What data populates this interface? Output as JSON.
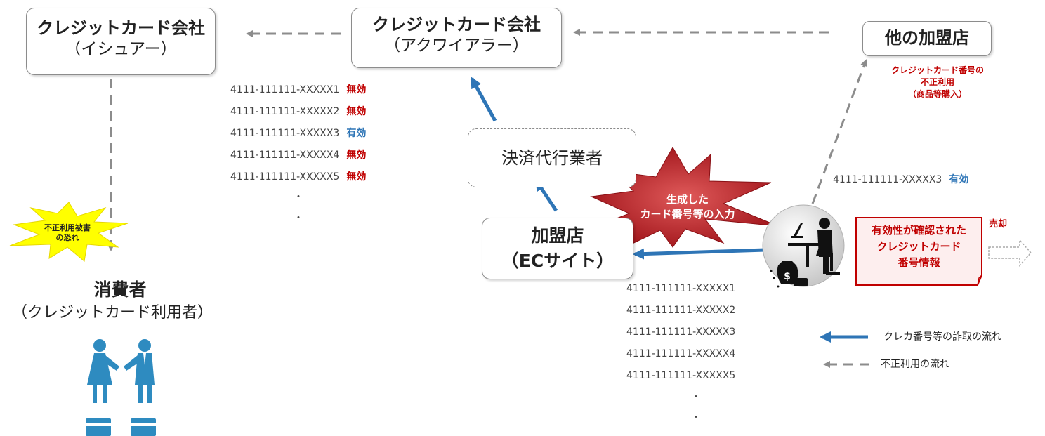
{
  "issuer": {
    "title": "クレジットカード会社",
    "subtitle": "（イシュアー）"
  },
  "acquirer": {
    "title": "クレジットカード会社",
    "subtitle": "（アクワイアラー）"
  },
  "other_merchant": {
    "title": "他の加盟店"
  },
  "payment_agent": {
    "label": "決済代行業者"
  },
  "merchant": {
    "title_line1": "加盟店",
    "title_line2": "（ECサイト）"
  },
  "consumer": {
    "title": "消費者",
    "subtitle": "（クレジットカード利用者）"
  },
  "damage_burst": {
    "line1": "不正利用被害",
    "line2": "の恐れ"
  },
  "input_burst": {
    "line1": "生成した",
    "line2": "カード番号等の入力"
  },
  "fraud_note": {
    "line1": "クレジットカード番号の",
    "line2": "不正利用",
    "line3": "（商品等購入）"
  },
  "valid_card_top": {
    "number": "4111-111111-XXXXX3",
    "status": "有効"
  },
  "test_results": [
    {
      "number": "4111-111111-XXXXX1",
      "status": "無効"
    },
    {
      "number": "4111-111111-XXXXX2",
      "status": "無効"
    },
    {
      "number": "4111-111111-XXXXX3",
      "status": "有効"
    },
    {
      "number": "4111-111111-XXXXX4",
      "status": "無効"
    },
    {
      "number": "4111-111111-XXXXX5",
      "status": "無効"
    }
  ],
  "generated_numbers": [
    "4111-111111-XXXXX1",
    "4111-111111-XXXXX2",
    "4111-111111-XXXXX3",
    "4111-111111-XXXXX4",
    "4111-111111-XXXXX5"
  ],
  "ellipsis": "・",
  "verified_info": {
    "line1": "有効性が確認された",
    "line2": "クレジットカード",
    "line3": "番号情報"
  },
  "sale_label": "売却",
  "legend": {
    "theft_flow": "クレカ番号等の詐取の流れ",
    "fraud_flow": "不正利用の流れ"
  },
  "colors": {
    "theft_arrow": "#2e75b6",
    "fraud_arrow": "#8c8c8c",
    "invalid": "#c00000",
    "valid": "#2e75b6",
    "burst_red": "#b01f24",
    "burst_yellow": "#ffff00",
    "people": "#2e8bc0"
  },
  "icons": {
    "fraudster": "fraudster-at-laptop-icon",
    "people": "couple-icon",
    "cards": "credit-card-icon"
  }
}
